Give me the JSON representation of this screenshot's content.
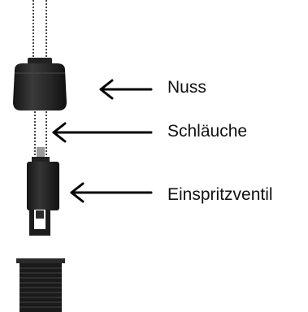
{
  "labels": {
    "nut": "Nuss",
    "tubes": "Schläuche",
    "valve": "Einspritzventil"
  },
  "colors": {
    "part_dark": "#1c1c1c",
    "part_mid": "#2e2e2e",
    "tube_dots": "#444444",
    "arrow": "#000000",
    "text": "#111111"
  }
}
